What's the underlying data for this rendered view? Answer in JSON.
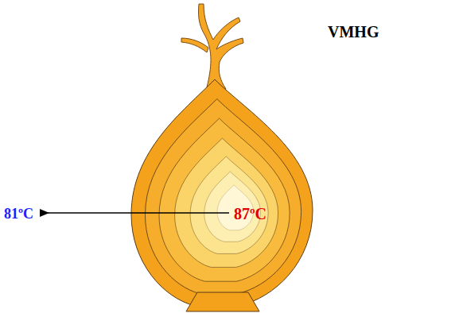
{
  "diagram": {
    "labels": [
      "VMHG",
      "87ºC",
      "81ºC"
    ]
  }
}
